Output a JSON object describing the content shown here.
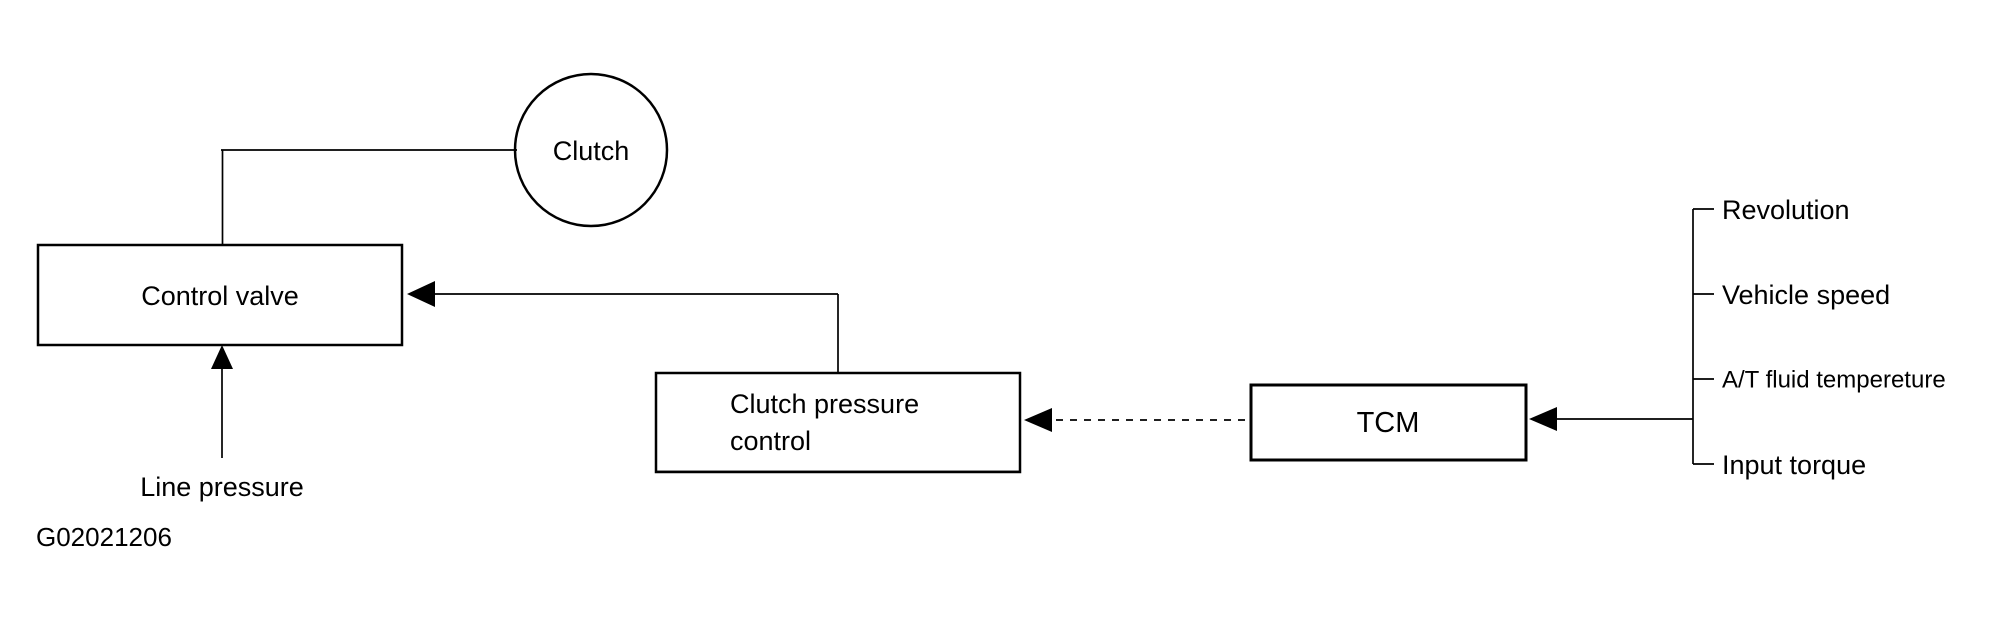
{
  "diagram": {
    "figure_id": "G02021206",
    "colors": {
      "line": "#000000",
      "background": "#ffffff"
    },
    "nodes": {
      "clutch": {
        "label": "Clutch",
        "shape": "circle"
      },
      "control_valve": {
        "label": "Control valve",
        "shape": "rect"
      },
      "clutch_pressure_control": {
        "label_line1": "Clutch pressure",
        "label_line2": "control",
        "shape": "rect"
      },
      "tcm": {
        "label": "TCM",
        "shape": "rect"
      }
    },
    "annotations": {
      "line_pressure": "Line pressure"
    },
    "inputs": [
      "Revolution",
      "Vehicle speed",
      "A/T fluid tempereture",
      "Input torque"
    ],
    "connections": [
      {
        "from": "control_valve",
        "to": "clutch",
        "style": "solid"
      },
      {
        "from": "line_pressure",
        "to": "control_valve",
        "style": "solid-arrow"
      },
      {
        "from": "clutch_pressure_control",
        "to": "control_valve",
        "style": "solid-arrow"
      },
      {
        "from": "tcm",
        "to": "clutch_pressure_control",
        "style": "dashed-arrow"
      },
      {
        "from": "inputs",
        "to": "tcm",
        "style": "solid-arrow"
      }
    ]
  }
}
